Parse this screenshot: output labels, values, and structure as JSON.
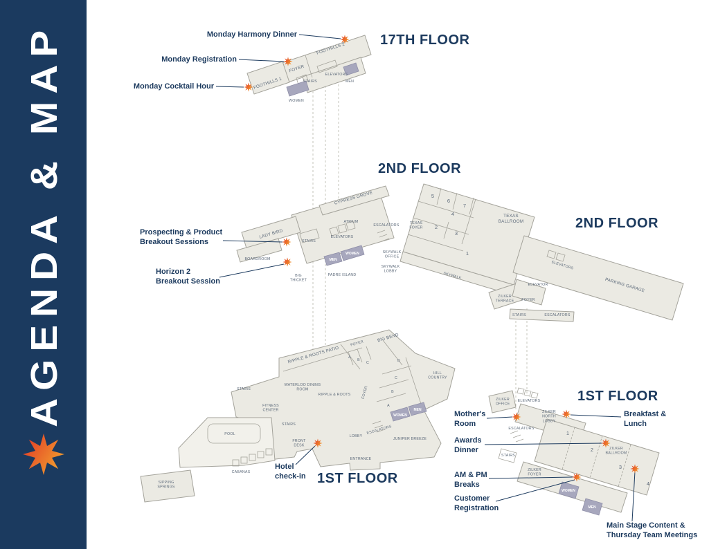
{
  "sidebar": {
    "title": "AGENDA & MAP"
  },
  "colors": {
    "navy": "#1c3a5e",
    "sidebar_bg": "#1b3a5f",
    "floor_fill": "#ebeae3",
    "floor_stroke": "#a4a39b",
    "dark_room": "#a7a7bd",
    "star_red": "#e03226",
    "star_orange": "#f29c2e"
  },
  "titles": {
    "f17": "17TH FLOOR",
    "f2": "2ND FLOOR",
    "f2g": "2ND FLOOR",
    "f1": "1ST FLOOR",
    "f1z": "1ST FLOOR"
  },
  "f17": {
    "foothills2": "FOOTHILLS 2",
    "foyer": "FOYER",
    "stairs": "STAIRS",
    "elevators": "ELEVATORS",
    "men": "MEN",
    "women": "WOMEN",
    "foothills1": "FOOTHILLS 1"
  },
  "f2": {
    "cypress_grove": "CYPRESS GROVE",
    "atrium": "ATRIUM",
    "lady_bird": "LADY BIRD",
    "stairs": "STAIRS",
    "elevators": "ELEVATORS",
    "escalators": "ESCALATORS",
    "texas_foyer": "TEXAS\nFOYER",
    "skywalk_office": "SKYWALK\nOFFICE",
    "skywalk_lobby": "SKYWALK\nLOBBY",
    "skywalk": "SKYWALK",
    "boardroom": "BOARDROOM",
    "big_thicket": "BIG\nTHICKET",
    "men": "MEN",
    "women": "WOMEN",
    "padre_island": "PADRE ISLAND",
    "texas_ballroom": "TEXAS\nBALLROOM",
    "r5": "5",
    "r6": "6",
    "r7": "7",
    "r4": "4",
    "r2": "2",
    "r3": "3",
    "r1": "1"
  },
  "f2g": {
    "elevators": "ELEVATORS",
    "parking_garage": "PARKING GARAGE",
    "zilker_terrace": "ZILKER\nTERRACE",
    "foyer": "FOYER",
    "elevator": "ELEVATOR",
    "stairs": "STAIRS",
    "escalators": "ESCALATORS"
  },
  "f1": {
    "foyer_north": "FOYER",
    "room_a_north": "A",
    "room_b_north": "B",
    "room_c_north": "C",
    "big_bend": "BIG BEND",
    "room_d": "D",
    "room_c": "C",
    "room_b": "B",
    "room_a": "A",
    "hill_country": "HILL\nCOUNTRY",
    "patio": "RIPPLE & ROOTS PATIO",
    "waterloo": "WATERLOO DINING\nROOM",
    "ripple_roots": "RIPPLE & ROOTS",
    "foyer_mid": "FOYER",
    "stairs_nw": "STAIRS",
    "fitness": "FITNESS\nCENTER",
    "stairs_w": "STAIRS",
    "front_desk": "FRONT\nDESK",
    "lobby": "LOBBY",
    "escalators": "ESCALATORS",
    "juniper_breeze": "JUNIPER BREEZE",
    "entrance": "ENTRANCE",
    "women": "WOMEN",
    "men": "MEN",
    "pool": "POOL",
    "cabanas": "CABANAS",
    "sipping_springs": "SIPPING\nSPRINGS"
  },
  "f1z": {
    "zilker_office": "ZILKER\nOFFICE",
    "elevators": "ELEVATORS",
    "north_lobby": "ZILKER\nNORTH\nLOBBY",
    "escalators": "ESCALATORS",
    "stairs": "STAIRS",
    "zilker_foyer": "ZILKER\nFOYER",
    "zilker_ballroom": "ZILKER\nBALLROOM",
    "r1": "1",
    "r2": "2",
    "r3": "3",
    "r4": "4",
    "women": "WOMEN",
    "men": "MEN"
  },
  "annotations": {
    "harmony_dinner": "Monday Harmony Dinner",
    "monday_registration": "Monday Registration",
    "cocktail_hour": "Monday Cocktail Hour",
    "prospecting": "Prospecting & Product\nBreakout Sessions",
    "horizon": "Horizon 2\nBreakout Session",
    "hotel_checkin": "Hotel\ncheck-in",
    "mothers_room": "Mother's\nRoom",
    "breakfast_lunch": "Breakfast &\nLunch",
    "awards_dinner": "Awards\nDinner",
    "am_pm_breaks": "AM & PM\nBreaks",
    "customer_registration": "Customer\nRegistration",
    "main_stage": "Main Stage Content &\nThursday Team Meetings"
  }
}
